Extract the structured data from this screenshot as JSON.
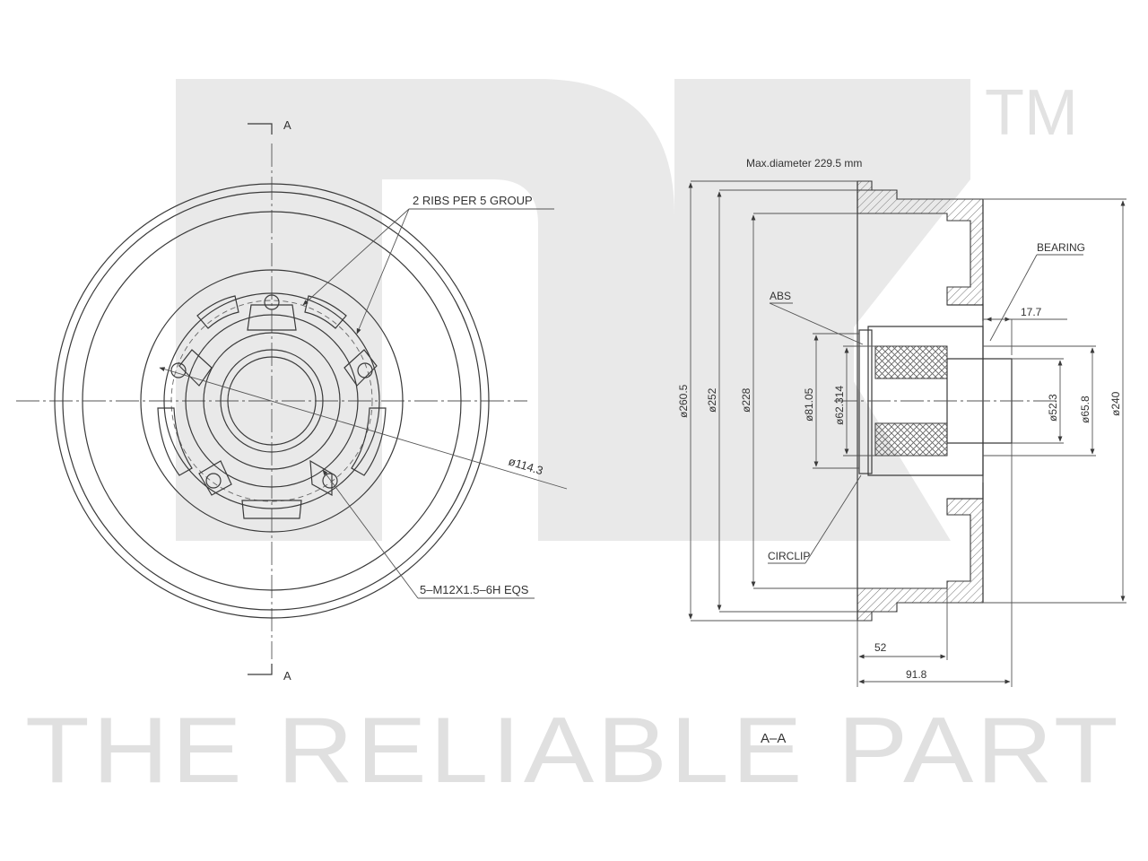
{
  "brand": {
    "tm": "TM",
    "slogan": "THE RELIABLE PART"
  },
  "front_view": {
    "section_marks": [
      "A",
      "A"
    ],
    "ribs_label": "2 RIBS PER 5 GROUP",
    "pcd_label": "ø114.3",
    "thread_label": "5–M12X1.5–6H EQS"
  },
  "section_view": {
    "title": "A–A",
    "max_diameter_note": "Max.diameter 229.5 mm",
    "bearing_label": "BEARING",
    "abs_label": "ABS",
    "circlip_label": "CIRCLIP",
    "dim_17_7": "17.7",
    "dim_52": "52",
    "dim_91_8": "91.8",
    "dia_260_5": "ø260.5",
    "dia_252": "ø252",
    "dia_228": "ø228",
    "dia_81_05": "ø81.05",
    "dia_62_314": "ø62.314",
    "dia_52_3": "ø52.3",
    "dia_65_8": "ø65.8",
    "dia_240": "ø240"
  }
}
